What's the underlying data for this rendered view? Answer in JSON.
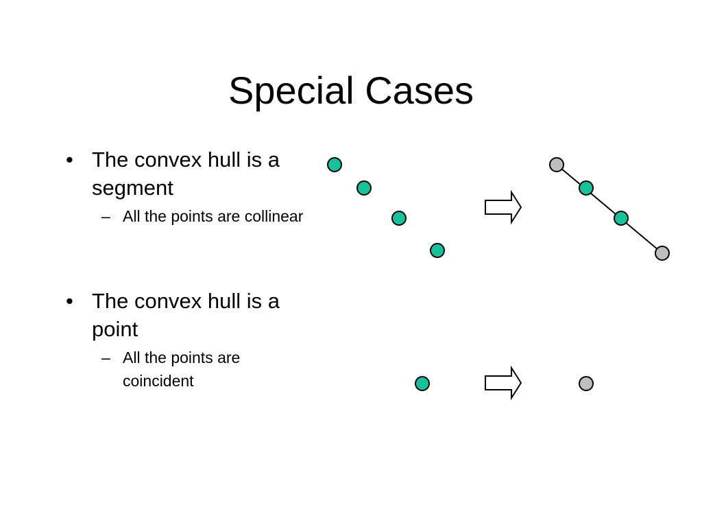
{
  "slide": {
    "title": "Special Cases",
    "bullets": [
      {
        "text": "The convex hull is a segment",
        "sub": "All the points are collinear"
      },
      {
        "text": "The convex hull is a point",
        "sub": "All the points are coincident"
      }
    ]
  },
  "colors": {
    "input_point": "#17c29b",
    "hull_point": "#bfbfbf",
    "outline": "#000000",
    "arrow_fill": "#ffffff"
  },
  "icons": {
    "arrow": "right-arrow-outline-icon"
  }
}
